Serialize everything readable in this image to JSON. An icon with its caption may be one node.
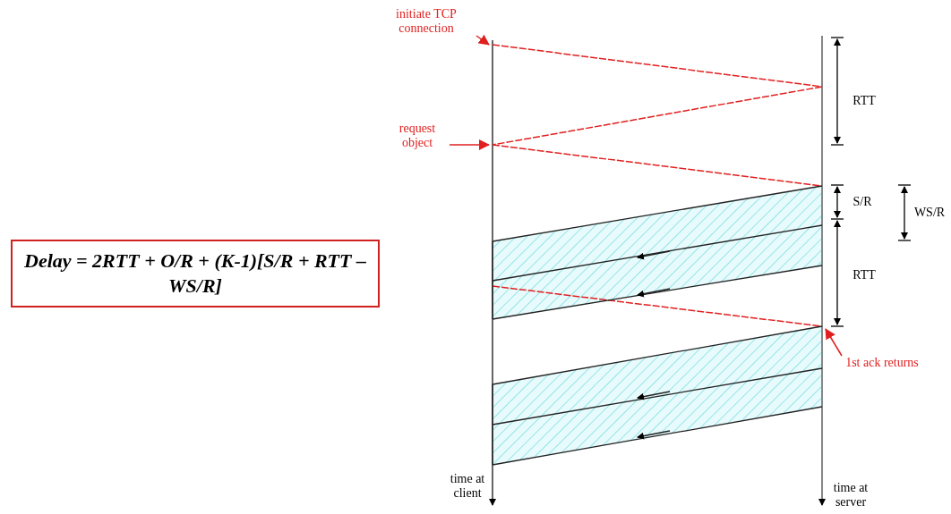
{
  "diagram": {
    "nodes": [
      {
        "text": [
          "initiate TCP connection"
        ]
      },
      {
        "text": [
          "request object"
        ]
      },
      {
        "text": [
          "1st ack returns"
        ]
      },
      {
        "text": [
          "Delay = 2RTT + O/R + (K-1)[S/R + RTT – WS/R]"
        ]
      }
    ],
    "edges": [
      {
        "from": 0,
        "to": null,
        "arrow": "to"
      },
      {
        "from": 1,
        "to": null,
        "arrow": "to"
      },
      {
        "from": 2,
        "to": null,
        "arrow": "to"
      }
    ],
    "labels": [
      "RTT",
      "S/R",
      "WS/R",
      "RTT",
      "time at client",
      "time at server"
    ]
  }
}
